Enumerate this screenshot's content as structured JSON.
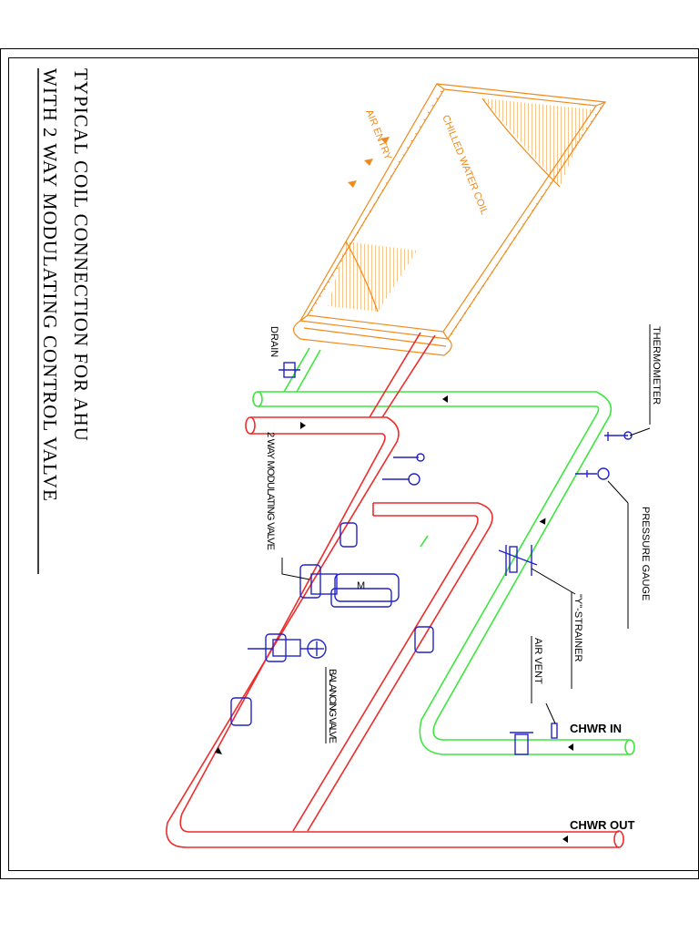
{
  "title": {
    "line1": "TYPICAL COIL CONNECTION FOR AHU",
    "line2": "WITH 2 WAY MODULATING CONTROL VALVE"
  },
  "coil": {
    "label": "CHILLED WATER COIL",
    "air_entry": "AIR ENTRY"
  },
  "labels": {
    "drain": "DRAIN",
    "thermometer": "THERMOMETER",
    "pressure_gauge": "PRESSURE GAUGE",
    "y_strainer": "\"Y\"-STRAINER",
    "air_vent": "AIR VENT",
    "two_way_valve": "2 WAY MODULATING VALVE",
    "balancing_valve": "BALANCING VALVE",
    "motor": "M",
    "chwr_in": "CHWR IN",
    "chwr_out": "CHWR OUT"
  },
  "colors": {
    "supply_pipe": "#3ee63e",
    "return_pipe": "#ee2b2b",
    "coil": "#f08a1c",
    "fittings": "#2222cc",
    "border": "#000000"
  }
}
